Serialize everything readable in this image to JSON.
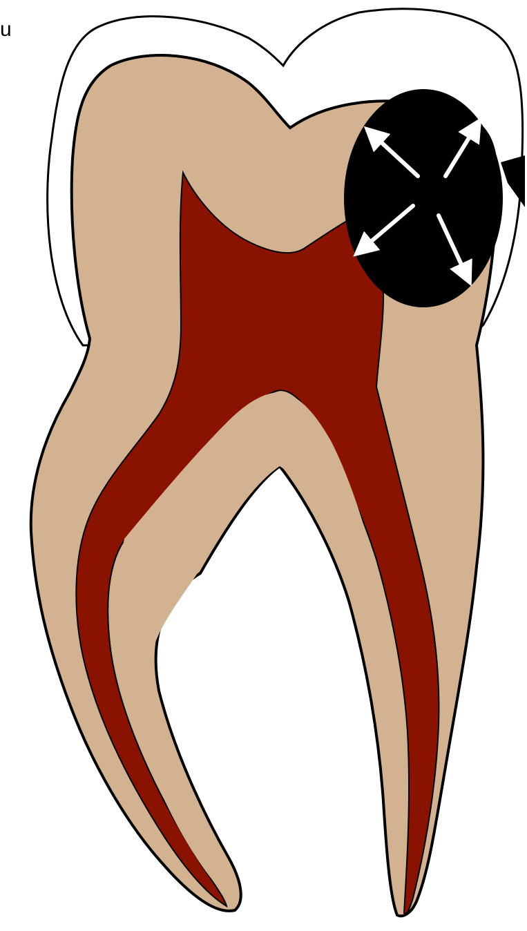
{
  "corner_label": "u",
  "colors": {
    "background": "#ffffff",
    "enamel": "#ffffff",
    "dentin": "#d2b290",
    "pulp": "#8a1300",
    "outline": "#000000",
    "lesion": "#000000",
    "arrow": "#ffffff"
  },
  "icons": {
    "lesion": "black-lesion",
    "arrows": "white-arrows-radiating-outward"
  }
}
